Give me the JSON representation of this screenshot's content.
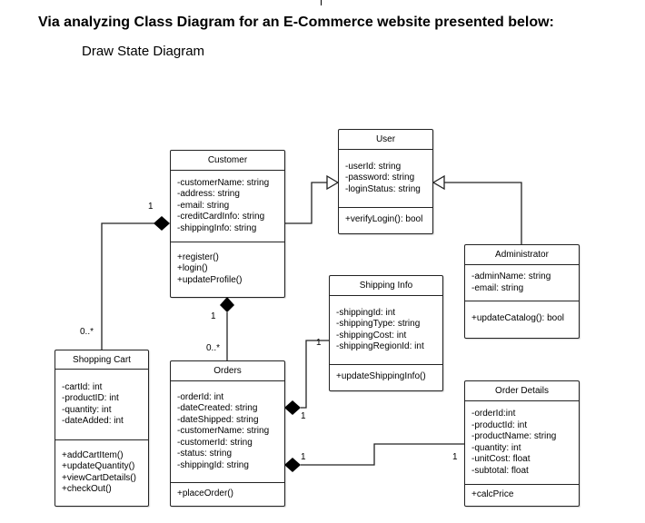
{
  "heading": "Via analyzing Class Diagram for an E-Commerce website presented below:",
  "subheading": "Draw State Diagram",
  "classes": {
    "customer": {
      "name": "Customer",
      "attributes": [
        "-customerName: string",
        "-address: string",
        "-email: string",
        "-creditCardInfo: string",
        "-shippingInfo: string"
      ],
      "operations": [
        "+register()",
        "+login()",
        "+updateProfile()"
      ]
    },
    "user": {
      "name": "User",
      "attributes": [
        "-userId: string",
        "-password: string",
        "-loginStatus: string"
      ],
      "operations": [
        "+verifyLogin(): bool"
      ]
    },
    "administrator": {
      "name": "Administrator",
      "attributes": [
        "-adminName: string",
        "-email: string"
      ],
      "operations": [
        "+updateCatalog(): bool"
      ]
    },
    "shipping_info": {
      "name": "Shipping Info",
      "attributes": [
        "-shippingId: int",
        "-shippingType: string",
        "-shippingCost: int",
        "-shippingRegionId: int"
      ],
      "operations": [
        "+updateShippingInfo()"
      ]
    },
    "shopping_cart": {
      "name": "Shopping Cart",
      "attributes": [
        "-cartId: int",
        "-productID: int",
        "-quantity: int",
        "-dateAdded: int"
      ],
      "operations": [
        "+addCartItem()",
        "+updateQuantity()",
        "+viewCartDetails()",
        "+checkOut()"
      ]
    },
    "orders": {
      "name": "Orders",
      "attributes": [
        "-orderId: int",
        "-dateCreated: string",
        "-dateShipped: string",
        "-customerName: string",
        "-customerId: string",
        "-status: string",
        "-shippingId: string"
      ],
      "operations": [
        "+placeOrder()"
      ]
    },
    "order_details": {
      "name": "Order Details",
      "attributes": [
        "-orderId:int",
        "-productId: int",
        "-productName: string",
        "-quantity: int",
        "-unitCost: float",
        "-subtotal: float"
      ],
      "operations": [
        "+calcPrice"
      ]
    }
  },
  "multiplicities": {
    "customer_cart_one": "1",
    "cart_many": "0..*",
    "customer_orders_one": "1",
    "orders_many": "0..*",
    "shipping_one": "1",
    "orders_shipping_one": "1",
    "orders_details_one": "1",
    "details_one": "1"
  }
}
